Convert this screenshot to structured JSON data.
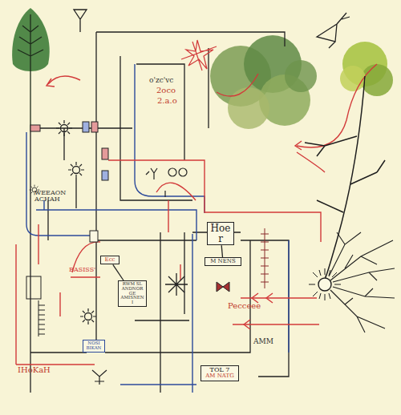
{
  "diagram": {
    "nodes": [
      {
        "text": [
          "Hoer"
        ]
      },
      {
        "text": [
          "M NENS"
        ]
      },
      {
        "text": [
          "Ecc"
        ]
      },
      {
        "text": [
          "RWM SL ANDNORGE AMISNENI"
        ]
      },
      {
        "text": [
          "NOSI BIKAN"
        ]
      },
      {
        "text": [
          "TOL 7",
          "AM NATG"
        ]
      }
    ],
    "edges": [
      {
        "from": 0,
        "to": 1,
        "arrow": "none"
      },
      {
        "from": 2,
        "to": 3,
        "arrow": "none"
      }
    ],
    "labels": [
      "WEEAON ACHAH",
      "o'zc'vc",
      "2oco",
      "2.a.o",
      "BASISS'",
      "Pecceee",
      "IHoKaH",
      "AMM"
    ]
  }
}
